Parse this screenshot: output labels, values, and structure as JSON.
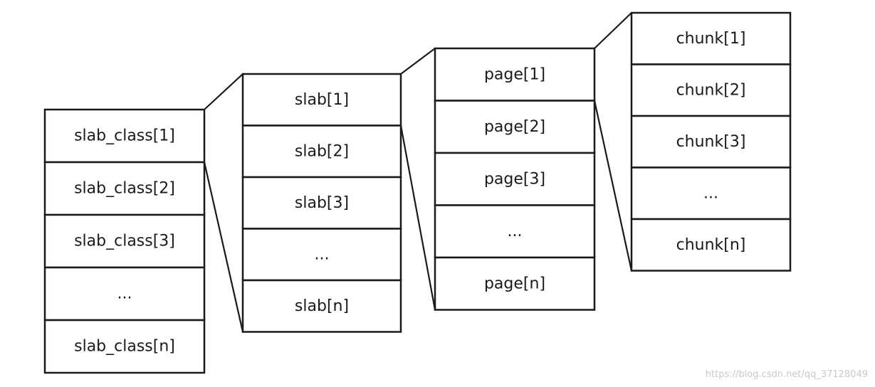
{
  "columns": [
    {
      "id": "slab_class",
      "cells": [
        "slab_class[1]",
        "slab_class[2]",
        "slab_class[3]",
        "...",
        "slab_class[n]"
      ]
    },
    {
      "id": "slab",
      "cells": [
        "slab[1]",
        "slab[2]",
        "slab[3]",
        "...",
        "slab[n]"
      ]
    },
    {
      "id": "page",
      "cells": [
        "page[1]",
        "page[2]",
        "page[3]",
        "...",
        "page[n]"
      ]
    },
    {
      "id": "chunk",
      "cells": [
        "chunk[1]",
        "chunk[2]",
        "chunk[3]",
        "...",
        "chunk[n]"
      ]
    }
  ],
  "watermark": "https://blog.csdn.net/qq_37128049",
  "colors": {
    "stroke": "#1a1a1a",
    "background": "#ffffff",
    "watermark": "#c8c8c8"
  }
}
